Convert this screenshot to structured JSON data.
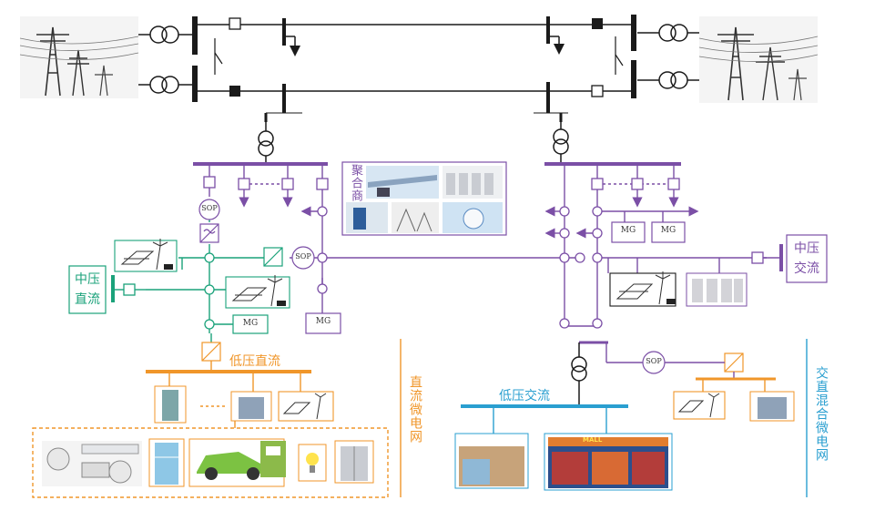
{
  "labels": {
    "aggregator": "聚合商",
    "mv_dc": "中压直流",
    "mv_ac": "中压交流",
    "lv_dc": "低压直流",
    "lv_ac": "低压交流",
    "dc_microgrid": "直流微电网",
    "hybrid_microgrid": "交直混合微电网",
    "sop": "SOP",
    "mg": "MG",
    "mall": "MALL"
  },
  "colors": {
    "grid": "#1a1a1a",
    "mv_ac": "#7b4fa6",
    "mv_dc": "#1aa27a",
    "lv_dc": "#f0962a",
    "lv_ac": "#2a9fd0",
    "hybrid": "#f0962a"
  },
  "icons": [
    "transmission-tower-icon",
    "transformer-icon",
    "pv-wind-icon",
    "building-icon",
    "air-conditioner-icon",
    "refrigerator-icon",
    "electric-car-icon",
    "charger-icon",
    "light-bulb-icon",
    "elevator-icon",
    "data-center-icon",
    "mall-icon"
  ]
}
